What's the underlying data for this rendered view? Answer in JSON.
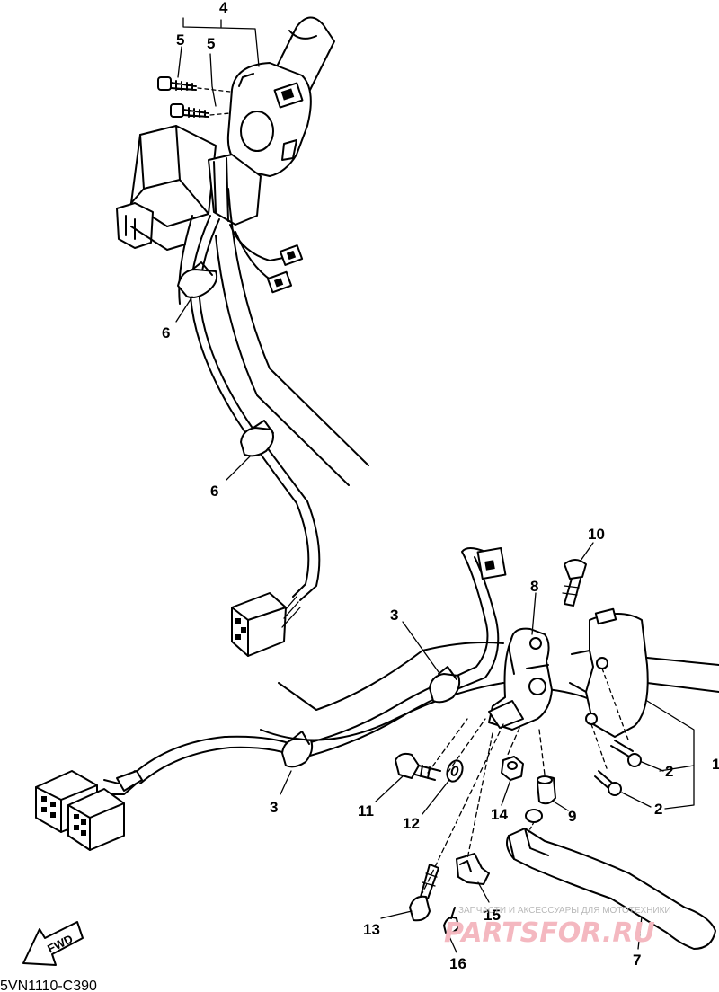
{
  "diagram": {
    "code": "5VN1110-C390",
    "fwd_label": "FWD",
    "callouts": [
      "1",
      "2",
      "2",
      "3",
      "3",
      "4",
      "5",
      "5",
      "6",
      "6",
      "7",
      "8",
      "9",
      "10",
      "11",
      "12",
      "13",
      "14",
      "15",
      "16"
    ]
  },
  "watermark": {
    "caption": "ЗАПЧАСТИ И АКСЕССУАРЫ ДЛЯ МОТОТЕХНИКИ",
    "brand": "PARTSFOR.RU"
  }
}
